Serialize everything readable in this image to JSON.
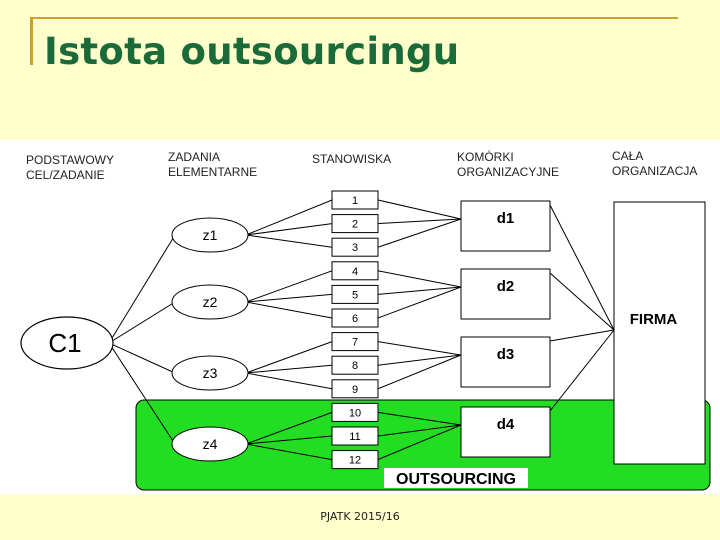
{
  "slide": {
    "title": "Istota outsourcingu",
    "footer": "PJATK 2015/16"
  },
  "diagram": {
    "column_headers": [
      [
        "PODSTAWOWY",
        "CEL/ZADANIE"
      ],
      [
        "ZADANIA",
        "ELEMENTARNE"
      ],
      [
        "STANOWISKA"
      ],
      [
        "KOMÓRKI",
        "ORGANIZACYJNE"
      ],
      [
        "CAŁA",
        "ORGANIZACJA"
      ]
    ],
    "goal": "C1",
    "tasks": [
      "z1",
      "z2",
      "z3",
      "z4"
    ],
    "positions": [
      "1",
      "2",
      "3",
      "4",
      "5",
      "6",
      "7",
      "8",
      "9",
      "10",
      "11",
      "12"
    ],
    "units": [
      "d1",
      "d2",
      "d3",
      "d4"
    ],
    "organization": "FIRMA",
    "outsourcing_label": "OUTSOURCING",
    "outsourcing_color": "#22dd22"
  }
}
